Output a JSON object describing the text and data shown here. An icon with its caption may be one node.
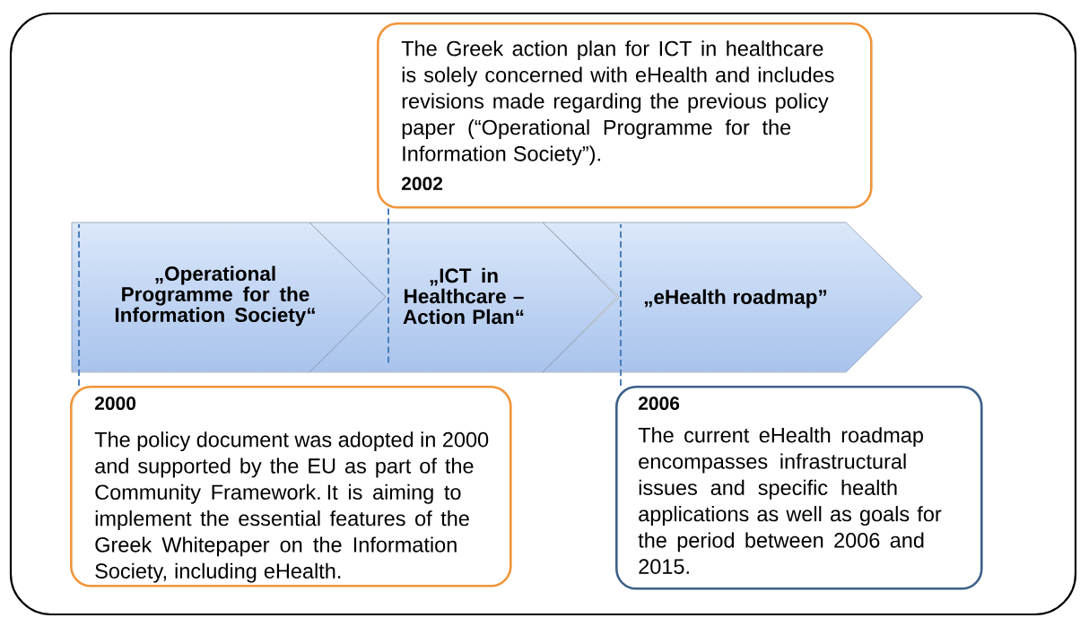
{
  "diagram": {
    "nodes": [
      {
        "text": [
          "The Greek action plan for ICT in healthcare is solely concerned with eHealth and includes revisions made regarding the previous policy paper (“Operational Programme for the Information Society”).",
          "2002"
        ]
      },
      {
        "text": [
          "„Operational Programme for the Information Society“"
        ]
      },
      {
        "text": [
          "„ICT in Healthcare – Action Plan“"
        ]
      },
      {
        "text": [
          "„eHealth roadmap”"
        ]
      },
      {
        "text": [
          "2000",
          "The policy document was adopted in 2000 and supported by the EU as part of the Community Framework. It is aiming to implement the essential features of the Greek Whitepaper on the Information Society, including eHealth."
        ]
      },
      {
        "text": [
          "2006",
          "The current eHealth roadmap encompasses infrastructural issues and specific health applications as well as goals for the period between 2006 and 2015."
        ]
      }
    ],
    "edges": [
      {
        "from": 4,
        "to": 1,
        "arrow": "none",
        "style": "dashed"
      },
      {
        "from": 0,
        "to": 2,
        "arrow": "none",
        "style": "dashed"
      },
      {
        "from": 5,
        "to": 3,
        "arrow": "none",
        "style": "dashed"
      }
    ]
  }
}
